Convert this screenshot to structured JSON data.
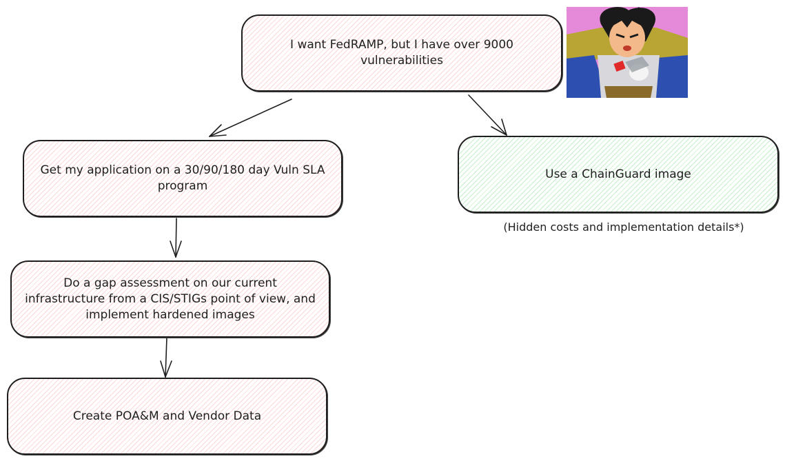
{
  "diagram": {
    "nodes": [
      {
        "id": "start",
        "text": "I want FedRAMP, but I have over 9000 vulnerabilities",
        "fill": "#ffc9c9"
      },
      {
        "id": "sla",
        "text": "Get my application on a 30/90/180 day Vuln SLA program",
        "fill": "#ffc9c9"
      },
      {
        "id": "gap",
        "text": "Do a gap assessment on our current infrastructure from a CIS/STIGs point of view, and implement hardened images",
        "fill": "#ffc9c9"
      },
      {
        "id": "poam",
        "text": "Create POA&M and Vendor Data",
        "fill": "#ffc9c9"
      },
      {
        "id": "chainguard",
        "text": "Use a ChainGuard image",
        "fill": "#b2f2bb"
      }
    ],
    "edges": [
      {
        "from": "start",
        "to": "sla"
      },
      {
        "from": "start",
        "to": "chainguard"
      },
      {
        "from": "sla",
        "to": "gap"
      },
      {
        "from": "gap",
        "to": "poam"
      }
    ],
    "note": "(Hidden costs and implementation details*)",
    "image": {
      "description": "Anime character crushing a scouter (\"It's over 9000\" meme)"
    }
  }
}
